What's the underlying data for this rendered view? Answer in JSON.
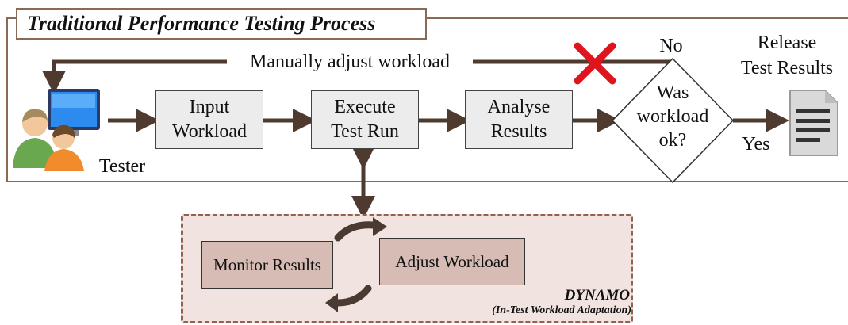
{
  "title": "Traditional Performance Testing Process",
  "tester_label": "Tester",
  "feedback_label": "Manually adjust workload",
  "no_label": "No",
  "yes_label": "Yes",
  "release_label": "Release\nTest Results",
  "steps": {
    "input": "Input\nWorkload",
    "execute": "Execute\nTest Run",
    "analyse": "Analyse\nResults"
  },
  "decision": "Was\nworkload\nok?",
  "dynamo": {
    "monitor": "Monitor Results",
    "adjust": "Adjust Workload",
    "name": "DYNAMO",
    "subtitle": "(In-Test Workload Adaptation)"
  },
  "icons": [
    "tester-icon",
    "document-icon",
    "red-x-icon",
    "cycle-arrow-icon"
  ],
  "colors": {
    "arrow": "#4e3a2e",
    "frame": "#8a6a55",
    "dynamo_bg": "#f1e3df",
    "dynamo_box": "#d6bcb4",
    "cross": "#e0141c"
  }
}
